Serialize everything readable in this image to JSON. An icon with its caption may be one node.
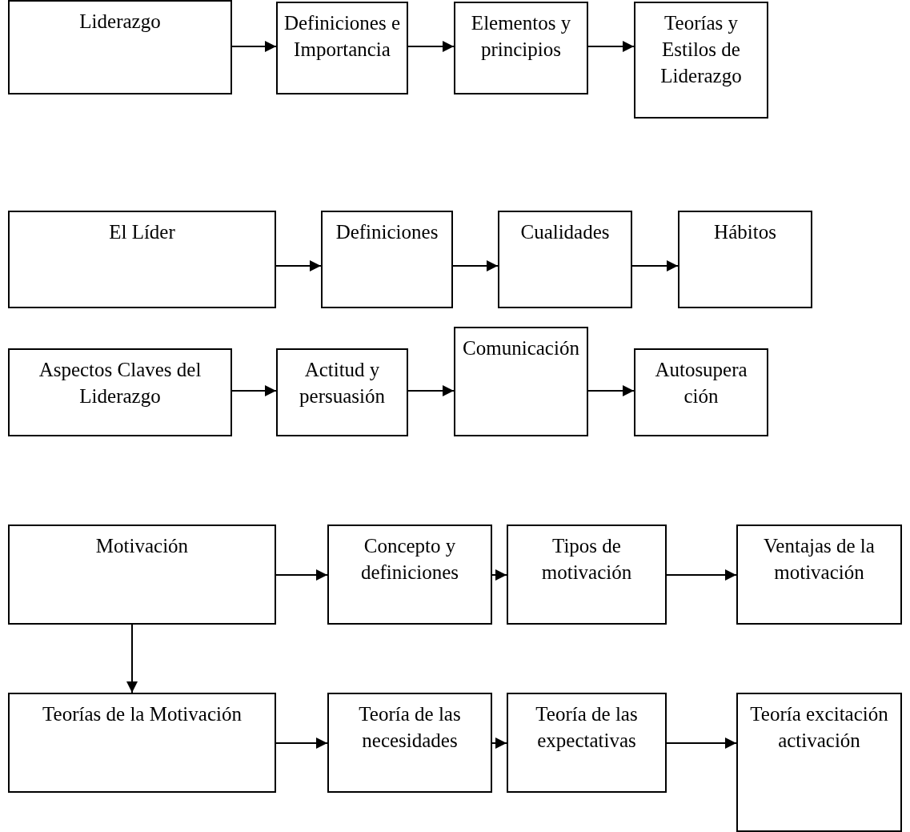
{
  "diagram": {
    "nodes": [
      {
        "text": [
          "Liderazgo"
        ]
      },
      {
        "text": [
          "Definiciones e Importancia"
        ]
      },
      {
        "text": [
          "Elementos y principios"
        ]
      },
      {
        "text": [
          "Teorías y Estilos de Liderazgo"
        ]
      },
      {
        "text": [
          "El Líder"
        ]
      },
      {
        "text": [
          "Definiciones"
        ]
      },
      {
        "text": [
          "Cualidades"
        ]
      },
      {
        "text": [
          "Hábitos"
        ]
      },
      {
        "text": [
          "Aspectos Claves del Liderazgo"
        ]
      },
      {
        "text": [
          "Actitud y persuasión"
        ]
      },
      {
        "text": [
          "Comunicación"
        ]
      },
      {
        "text": [
          "Autosupera ción"
        ]
      },
      {
        "text": [
          "Motivación"
        ]
      },
      {
        "text": [
          "Concepto y definiciones"
        ]
      },
      {
        "text": [
          "Tipos de motivación"
        ]
      },
      {
        "text": [
          "Ventajas de la motivación"
        ]
      },
      {
        "text": [
          "Teorías de la Motivación"
        ]
      },
      {
        "text": [
          "Teoría de las necesidades"
        ]
      },
      {
        "text": [
          "Teoría de las expectativas"
        ]
      },
      {
        "text": [
          "Teoría excitación activación"
        ]
      }
    ],
    "edges": [
      {
        "from": 0,
        "to": 1,
        "arrow": "to"
      },
      {
        "from": 1,
        "to": 2,
        "arrow": "to"
      },
      {
        "from": 2,
        "to": 3,
        "arrow": "to"
      },
      {
        "from": 4,
        "to": 5,
        "arrow": "to"
      },
      {
        "from": 5,
        "to": 6,
        "arrow": "to"
      },
      {
        "from": 6,
        "to": 7,
        "arrow": "to"
      },
      {
        "from": 8,
        "to": 9,
        "arrow": "to"
      },
      {
        "from": 9,
        "to": 10,
        "arrow": "to"
      },
      {
        "from": 10,
        "to": 11,
        "arrow": "to"
      },
      {
        "from": 12,
        "to": 13,
        "arrow": "to"
      },
      {
        "from": 13,
        "to": 14,
        "arrow": "to"
      },
      {
        "from": 14,
        "to": 15,
        "arrow": "to"
      },
      {
        "from": 12,
        "to": 16,
        "arrow": "to"
      },
      {
        "from": 16,
        "to": 17,
        "arrow": "to"
      },
      {
        "from": 17,
        "to": 18,
        "arrow": "to"
      },
      {
        "from": 18,
        "to": 19,
        "arrow": "to"
      }
    ]
  }
}
